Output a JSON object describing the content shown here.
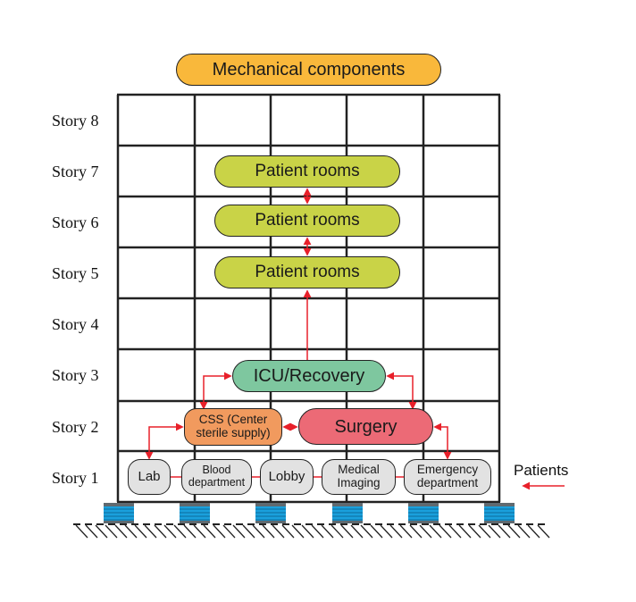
{
  "title": "Hospital building functional layout",
  "colors": {
    "mechanical": "#f9b83b",
    "patient_rooms": "#c9d347",
    "icu": "#7ec79f",
    "css": "#f19a5e",
    "surgery": "#ec6a76",
    "ground_floor": "#e2e2e2",
    "connector": "#e8202a",
    "grid": "#222222",
    "isolator_blue": "#1aa0dc",
    "isolator_plate": "#606a70"
  },
  "stories": [
    {
      "label": "Story 8"
    },
    {
      "label": "Story 7"
    },
    {
      "label": "Story 6"
    },
    {
      "label": "Story 5"
    },
    {
      "label": "Story 4"
    },
    {
      "label": "Story 3"
    },
    {
      "label": "Story 2"
    },
    {
      "label": "Story 1"
    }
  ],
  "roof": {
    "label": "Mechanical components"
  },
  "upper_floors": [
    {
      "label": "Patient rooms",
      "story": 7
    },
    {
      "label": "Patient rooms",
      "story": 6
    },
    {
      "label": "Patient rooms",
      "story": 5
    }
  ],
  "story3": {
    "label": "ICU/Recovery"
  },
  "story2": {
    "css_line1": "CSS (Center",
    "css_line2": "sterile supply)",
    "surgery": "Surgery"
  },
  "story1": [
    {
      "line1": "Lab",
      "line2": ""
    },
    {
      "line1": "Blood",
      "line2": "department"
    },
    {
      "line1": "Lobby",
      "line2": ""
    },
    {
      "line1": "Medical",
      "line2": "Imaging"
    },
    {
      "line1": "Emergency",
      "line2": "department"
    }
  ],
  "patients": {
    "label": "Patients",
    "arrow": "left-arrow"
  },
  "base": {
    "isolator_count": 6
  }
}
